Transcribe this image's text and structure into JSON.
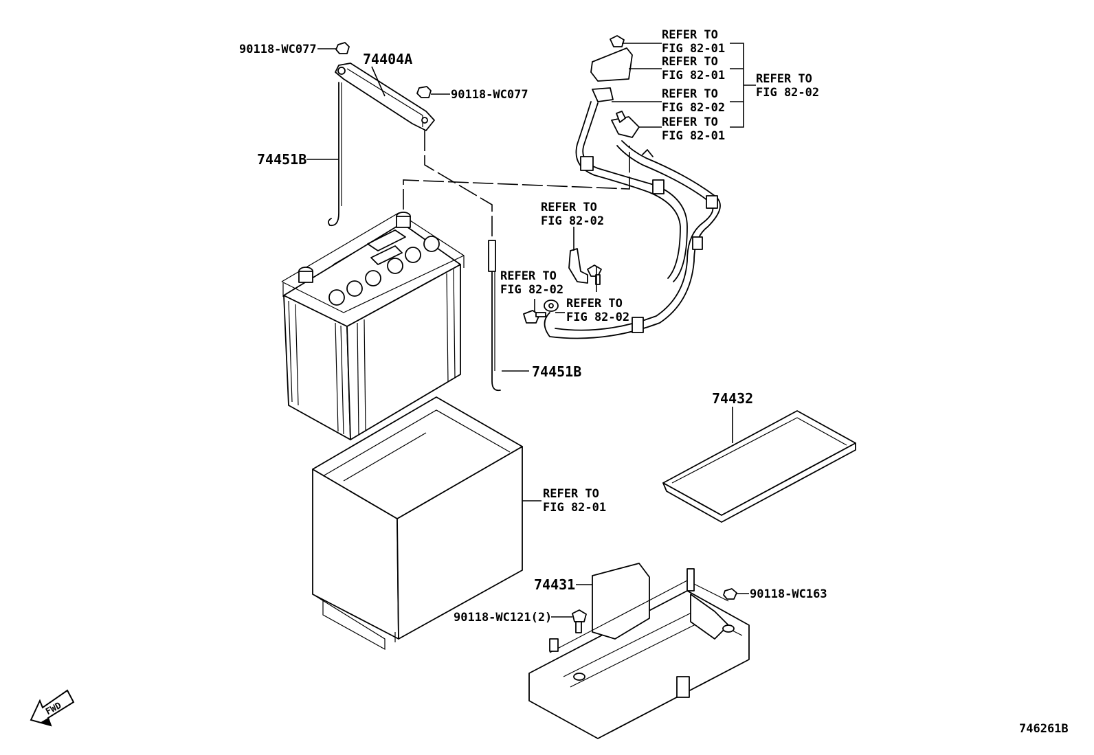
{
  "labels": {
    "nut_top_left": "90118-WC077",
    "clamp": "74404A",
    "nut_clamp": "90118-WC077",
    "rod_left": "74451B",
    "rod_right": "74451B",
    "tray": "74432",
    "carrier": "74431",
    "bolt_carrier": "90118-WC121(2)",
    "nut_carrier": "90118-WC163",
    "figure_code": "746261B",
    "fwd": "FWD"
  },
  "refer_notes": {
    "cable_a": [
      "REFER TO",
      "FIG 82-01"
    ],
    "cable_b": [
      "REFER TO",
      "FIG 82-01"
    ],
    "cable_c": [
      "REFER TO",
      "FIG 82-02"
    ],
    "cable_d": [
      "REFER TO",
      "FIG 82-01"
    ],
    "group": [
      "REFER TO",
      "FIG 82-02"
    ],
    "bracket": [
      "REFER TO",
      "FIG 82-02"
    ],
    "bolt": [
      "REFER TO",
      "FIG 82-02"
    ],
    "terminal": [
      "REFER TO",
      "FIG 82-02"
    ],
    "case": [
      "REFER TO",
      "FIG 82-01"
    ]
  }
}
